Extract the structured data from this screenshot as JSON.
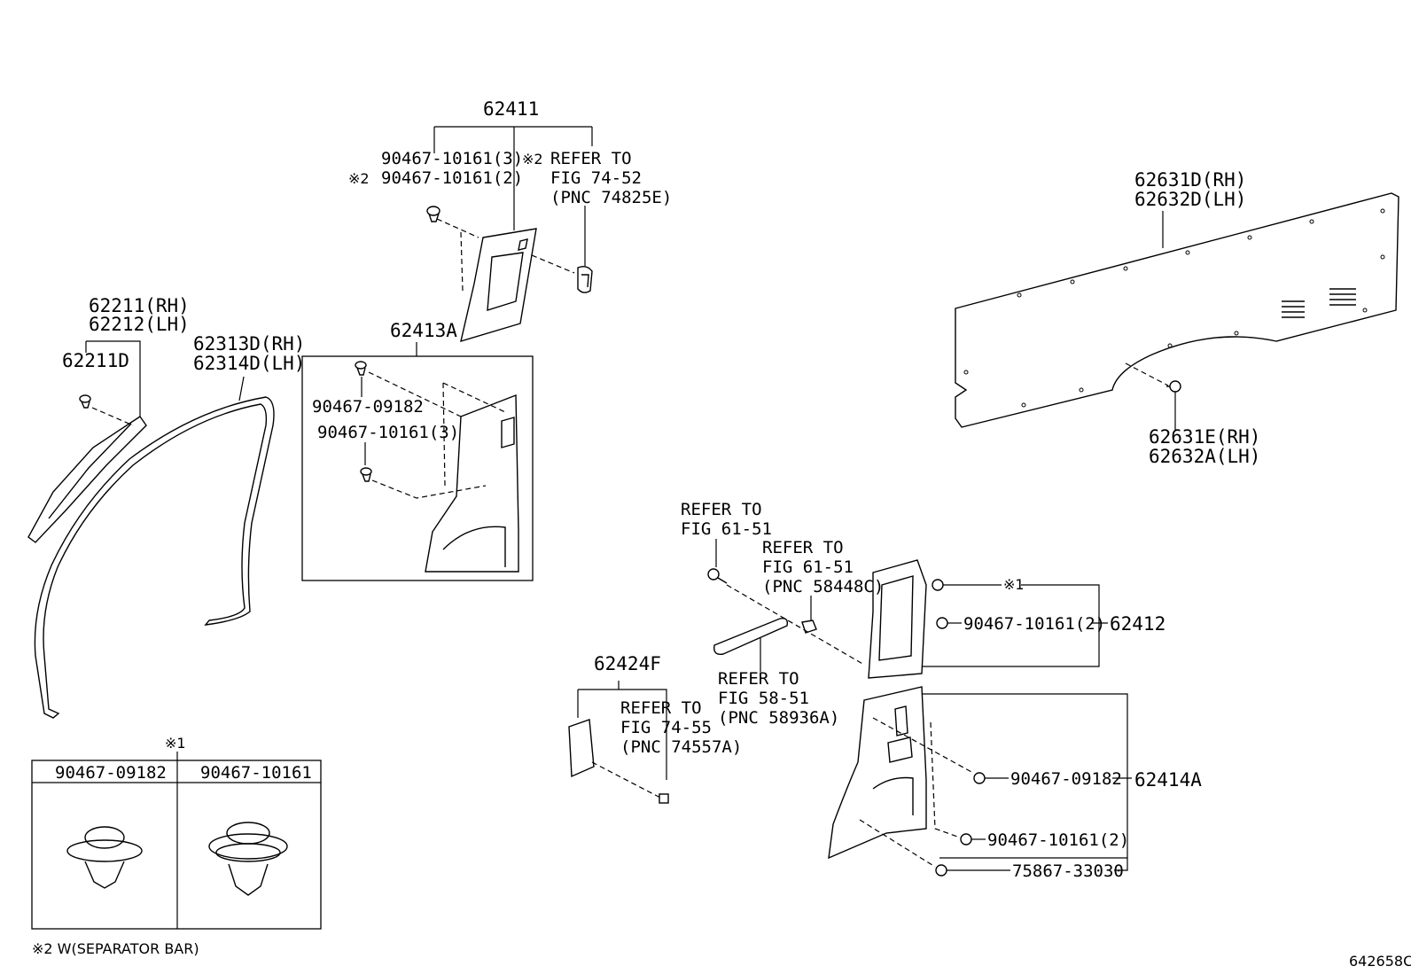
{
  "labels": {
    "p62411": "62411",
    "p62411_clip3": "90467-10161(3)",
    "p62411_clip2": "90467-10161(2)",
    "note2": "※2",
    "refer_to": "REFER TO",
    "fig7452": "FIG 74-52",
    "pnc74825e": "(PNC 74825E)",
    "p62211rh": "62211(RH)",
    "p62212lh": "62212(LH)",
    "p62211d": "62211D",
    "p62313drh": "62313D(RH)",
    "p62314dlh": "62314D(LH)",
    "p62413a": "62413A",
    "clip09182": "90467-09182",
    "clip10161_3": "90467-10161(3)",
    "p62631drh": "62631D(RH)",
    "p62632dlh": "62632D(LH)",
    "p62631erh": "62631E(RH)",
    "p62632alh": "62632A(LH)",
    "fig6151": "FIG 61-51",
    "pnc58448c": "(PNC 58448C)",
    "note1": "※1",
    "clip10161_2": "90467-10161(2)",
    "p62412": "62412",
    "p62424f": "62424F",
    "fig7455": "FIG 74-55",
    "pnc74557a": "(PNC 74557A)",
    "fig5851": "FIG 58-51",
    "pnc58936a": "(PNC 58936A)",
    "p62414a": "62414A",
    "screw75867": "75867-33030",
    "table_note": "※1",
    "table_col1": "90467-09182",
    "table_col2": "90467-10161",
    "footnote": "※2 W(SEPARATOR BAR)",
    "illustration_id": "642658C"
  },
  "icons": [
    "clip-icon",
    "bolt-icon",
    "grommet-icon",
    "retainer-icon"
  ]
}
